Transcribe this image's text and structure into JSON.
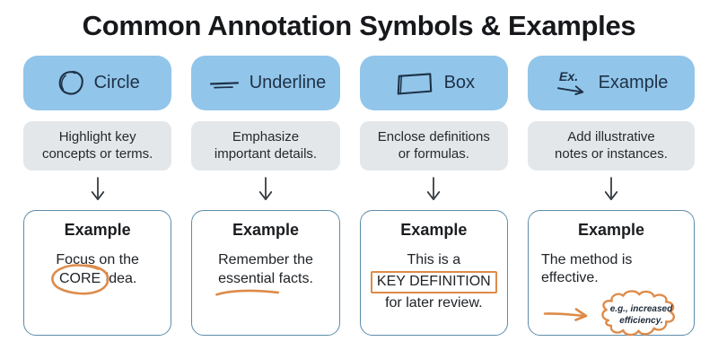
{
  "title": "Common Annotation Symbols & Examples",
  "colors": {
    "header_bg": "#92c5ea",
    "header_text": "#1d3146",
    "description_bg": "#e4e7e9",
    "description_text": "#26292c",
    "card_border": "#5e8ca9",
    "annotation_orange": "#dd8b4a",
    "arrow_dark": "#33383d"
  },
  "columns": [
    {
      "label": "Circle",
      "icon": "circle-icon",
      "description": "Highlight key\nconcepts or terms.",
      "example_title": "Example",
      "example": {
        "pre": "Focus on the ",
        "highlight": "CORE",
        "post": " idea."
      }
    },
    {
      "label": "Underline",
      "icon": "underline-icon",
      "description": "Emphasize\nimportant details.",
      "example_title": "Example",
      "example": {
        "pre": "Remember the ",
        "highlight": "essential",
        "post": " facts."
      }
    },
    {
      "label": "Box",
      "icon": "box-icon",
      "description": "Enclose definitions\nor formulas.",
      "example_title": "Example",
      "example": {
        "pre": "This is a ",
        "highlight": "KEY DEFINITION",
        "post": " for later review."
      }
    },
    {
      "label": "Example",
      "icon": "example-arrow-icon",
      "description": "Add illustrative\nnotes or instances.",
      "example_title": "Example",
      "example": {
        "pre": "The method is effective.",
        "highlight": "",
        "post": ""
      },
      "callout": "e.g., increased efficiency."
    }
  ]
}
